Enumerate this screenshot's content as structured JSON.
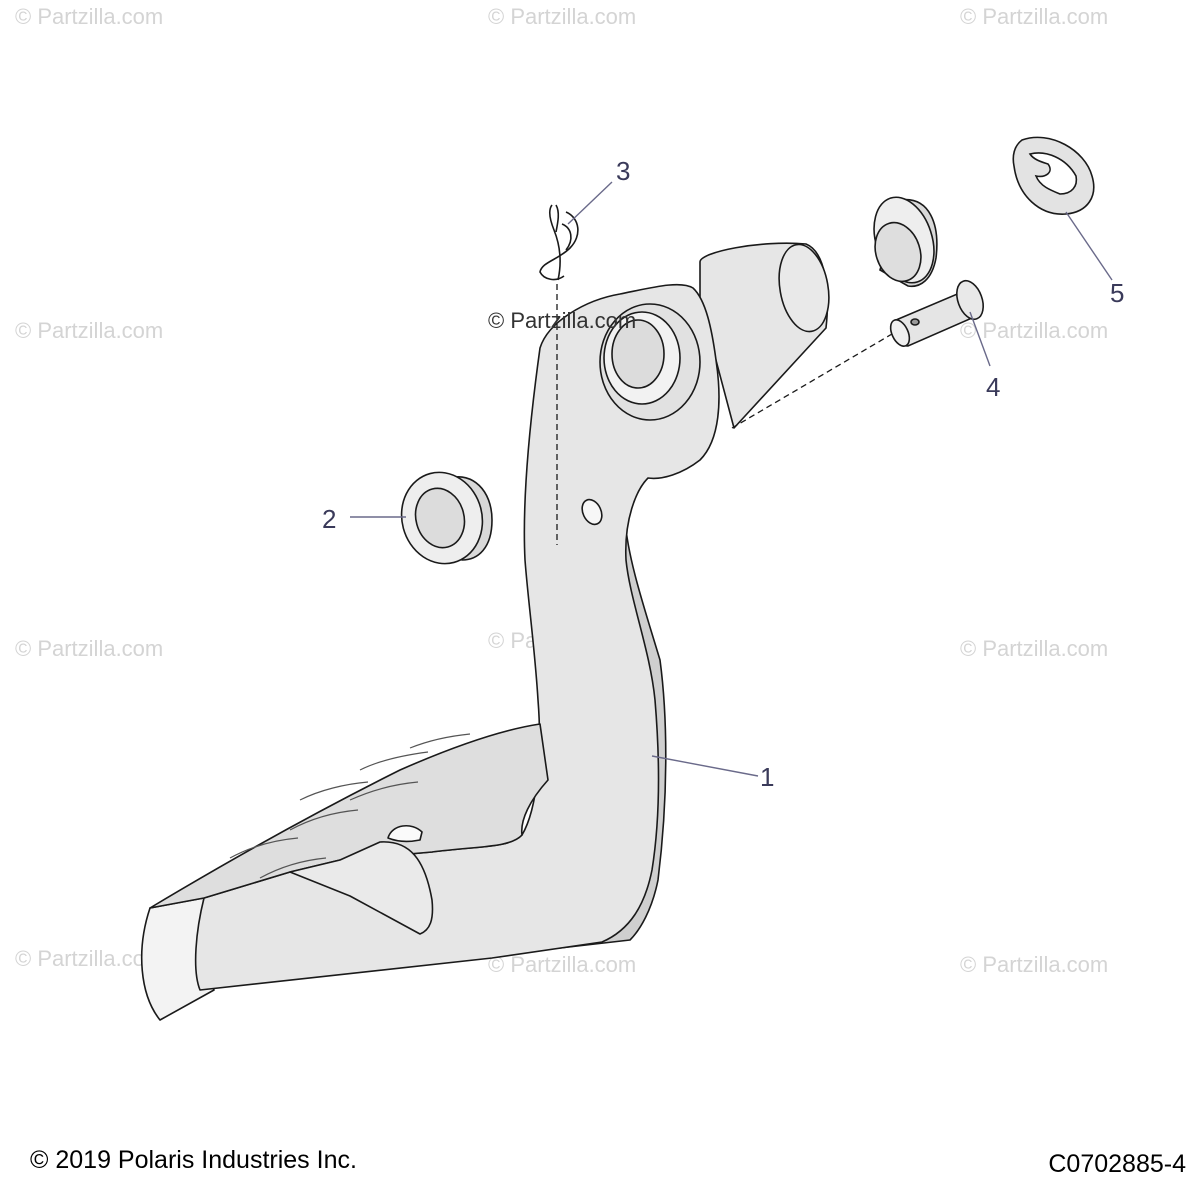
{
  "watermark_text": "© Partzilla.com",
  "center_watermark": "© Partzilla.com",
  "callouts": {
    "c1": "1",
    "c2": "2",
    "c3": "3",
    "c4": "4",
    "c5": "5"
  },
  "footer": {
    "copyright": "© 2019 Polaris Industries Inc.",
    "diagram_id": "C0702885-4"
  },
  "colors": {
    "part_fill": "#e6e6e6",
    "part_shade": "#cfcfcf",
    "outline": "#1a1a1a",
    "callout_text": "#3a3a5a",
    "leader": "#6a6a8a",
    "watermark": "#d4d4d4"
  }
}
